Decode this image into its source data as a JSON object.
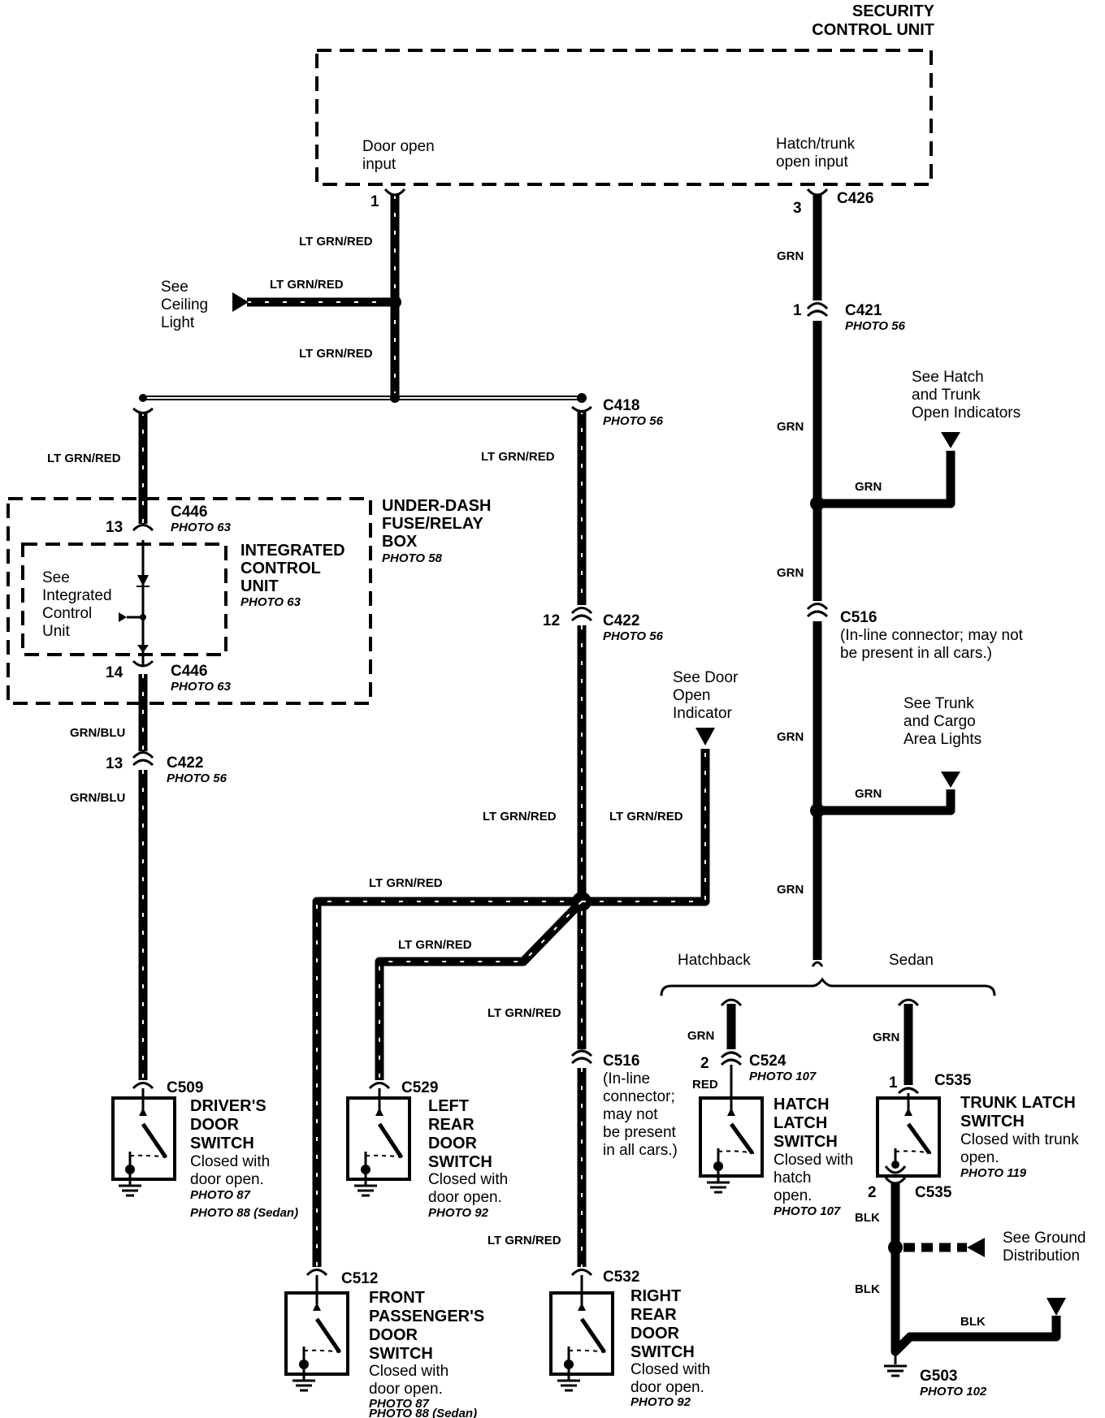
{
  "security_unit": {
    "title_line1": "SECURITY",
    "title_line2": "CONTROL UNIT",
    "door_input_1": "Door open",
    "door_input_2": "input",
    "hatch_input_1": "Hatch/trunk",
    "hatch_input_2": "open input"
  },
  "pins": {
    "p1": "1",
    "p3": "3",
    "p1b": "1",
    "p13a": "13",
    "p14": "14",
    "p13b": "13",
    "p12": "12",
    "p2a": "2",
    "p1c": "1",
    "p2b": "2"
  },
  "connectors": {
    "c426": "C426",
    "c421": "C421",
    "c418": "C418",
    "c446a": "C446",
    "c446b": "C446",
    "c422a": "C422",
    "c422b": "C422",
    "c516a": "C516",
    "c516b": "C516",
    "c524": "C524",
    "c535a": "C535",
    "c535b": "C535",
    "c509": "C509",
    "c529": "C529",
    "c512": "C512",
    "c532": "C532",
    "g503": "G503"
  },
  "photos": {
    "c421": "PHOTO 56",
    "c418": "PHOTO 56",
    "c446a": "PHOTO 63",
    "c446b": "PHOTO 63",
    "icu": "PHOTO 63",
    "fuse_box": "PHOTO 58",
    "c422a": "PHOTO 56",
    "c422b": "PHOTO 56",
    "c524": "PHOTO 107",
    "hatch_switch": "PHOTO 107",
    "trunk_switch": "PHOTO 119",
    "driver_1": "PHOTO 87",
    "driver_2": "PHOTO 88 (Sedan)",
    "left_rear": "PHOTO 92",
    "front_pass_1": "PHOTO 87",
    "front_pass_2": "PHOTO 88 (Sedan)",
    "right_rear": "PHOTO 92",
    "g503": "PHOTO 102"
  },
  "wires": {
    "lt_grn_red": "LT GRN/RED",
    "grn": "GRN",
    "grn_blu": "GRN/BLU",
    "red": "RED",
    "blk": "BLK"
  },
  "notes": {
    "ceiling": [
      "See",
      "Ceiling",
      "Light"
    ],
    "hatch_trunk_ind": [
      "See Hatch",
      "and Trunk",
      "Open Indicators"
    ],
    "icu_see": [
      "See",
      "Integrated",
      "Control",
      "Unit"
    ],
    "door_open_ind": [
      "See Door",
      "Open",
      "Indicator"
    ],
    "trunk_cargo": [
      "See Trunk",
      "and Cargo",
      "Area Lights"
    ],
    "c516_right": [
      "(In-line connector; may not",
      "be present in all cars.)"
    ],
    "c516_center": [
      "(In-line",
      "connector;",
      "may not",
      "be present",
      "in all cars.)"
    ],
    "ground_dist": [
      "See Ground",
      "Distribution"
    ],
    "hatchback": "Hatchback",
    "sedan": "Sedan"
  },
  "components": {
    "fuse_box": [
      "UNDER-DASH",
      "FUSE/RELAY",
      "BOX"
    ],
    "icu": [
      "INTEGRATED",
      "CONTROL",
      "UNIT"
    ],
    "driver": {
      "name": [
        "DRIVER'S",
        "DOOR",
        "SWITCH"
      ],
      "desc": [
        "Closed with",
        "door open."
      ]
    },
    "left_rear": {
      "name": [
        "LEFT",
        "REAR",
        "DOOR",
        "SWITCH"
      ],
      "desc": [
        "Closed with",
        "door open."
      ]
    },
    "hatch": {
      "name": [
        "HATCH",
        "LATCH",
        "SWITCH"
      ],
      "desc": [
        "Closed with",
        "hatch",
        "open."
      ]
    },
    "trunk": {
      "name": [
        "TRUNK LATCH",
        "SWITCH"
      ],
      "desc": [
        "Closed with trunk",
        "open."
      ]
    },
    "front_pass": {
      "name": [
        "FRONT",
        "PASSENGER'S",
        "DOOR",
        "SWITCH"
      ],
      "desc": [
        "Closed with",
        "door open."
      ]
    },
    "right_rear": {
      "name": [
        "RIGHT",
        "REAR",
        "DOOR",
        "SWITCH"
      ],
      "desc": [
        "Closed with",
        "door open."
      ]
    }
  }
}
